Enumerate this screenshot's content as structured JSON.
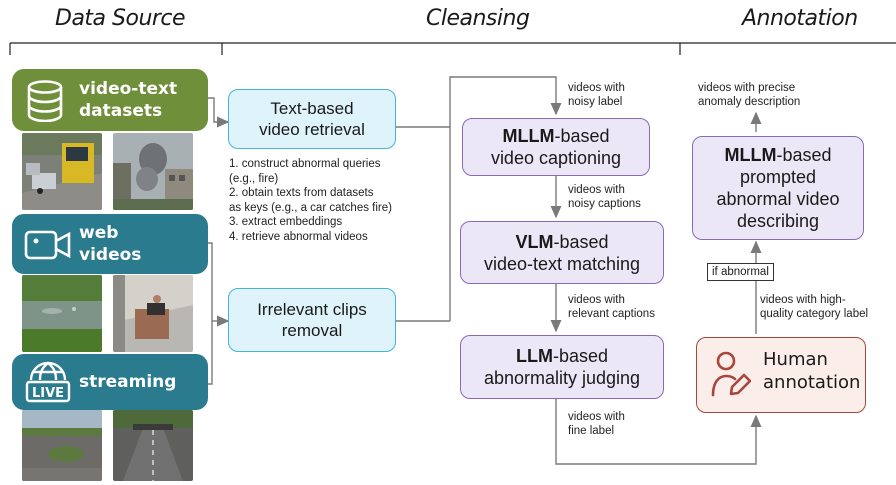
{
  "sections": {
    "data_source": "Data Source",
    "cleansing": "Cleansing",
    "annotation": "Annotation"
  },
  "sources": {
    "video_text": {
      "line1": "video-text",
      "line2": "datasets",
      "icon": "database-icon",
      "color": "#6f8f3a"
    },
    "web": {
      "line1": "web",
      "line2": "videos",
      "icon": "video-camera-icon",
      "color": "#2a7b8e"
    },
    "streaming": {
      "label": "streaming",
      "icon": "live-globe-icon",
      "color": "#2a7b8e"
    }
  },
  "cleansing": {
    "retrieval": {
      "line1": "Text-based",
      "line2": "video retrieval"
    },
    "steps": [
      "1. construct abnormal queries",
      "(e.g., fire)",
      "2. obtain texts from datasets",
      "as keys (e.g., a car catches fire)",
      "3. extract embeddings",
      "4. retrieve abnormal videos"
    ],
    "removal": {
      "line1": "Irrelevant clips",
      "line2": "removal"
    },
    "captioning": {
      "bold": "MLLM",
      "rest": "-based",
      "line2": "video captioning"
    },
    "matching": {
      "bold": "VLM",
      "rest": "-based",
      "line2": "video-text matching"
    },
    "judging": {
      "bold": "LLM",
      "rest": "-based",
      "line2": "abnormality judging"
    },
    "edge_noisy_label": [
      "videos with",
      "noisy label"
    ],
    "edge_noisy_captions": [
      "videos with",
      "noisy captions"
    ],
    "edge_relevant_captions": [
      "videos with",
      "relevant captions"
    ],
    "edge_fine_label": [
      "videos with",
      "fine label"
    ]
  },
  "annotation": {
    "precise": [
      "videos with precise",
      "anomaly description"
    ],
    "describing": {
      "bold": "MLLM",
      "rest": "-based",
      "line2": "prompted",
      "line3": "abnormal video",
      "line4": "describing"
    },
    "if_abnormal": "if abnormal",
    "high_quality": [
      "videos with high-",
      "quality category label"
    ],
    "human": {
      "line1": "Human",
      "line2": "annotation",
      "icon": "user-edit-icon"
    }
  },
  "colors": {
    "green": "#6f8f3a",
    "teal": "#2a7b8e",
    "blue_fill": "#dff3fb",
    "blue_border": "#48b3d6",
    "purple_fill": "#ece7f6",
    "purple_border": "#8a6ab8",
    "human_fill": "#fbeeea",
    "human_border": "#a8463a",
    "arrow": "#7a7a7a"
  }
}
